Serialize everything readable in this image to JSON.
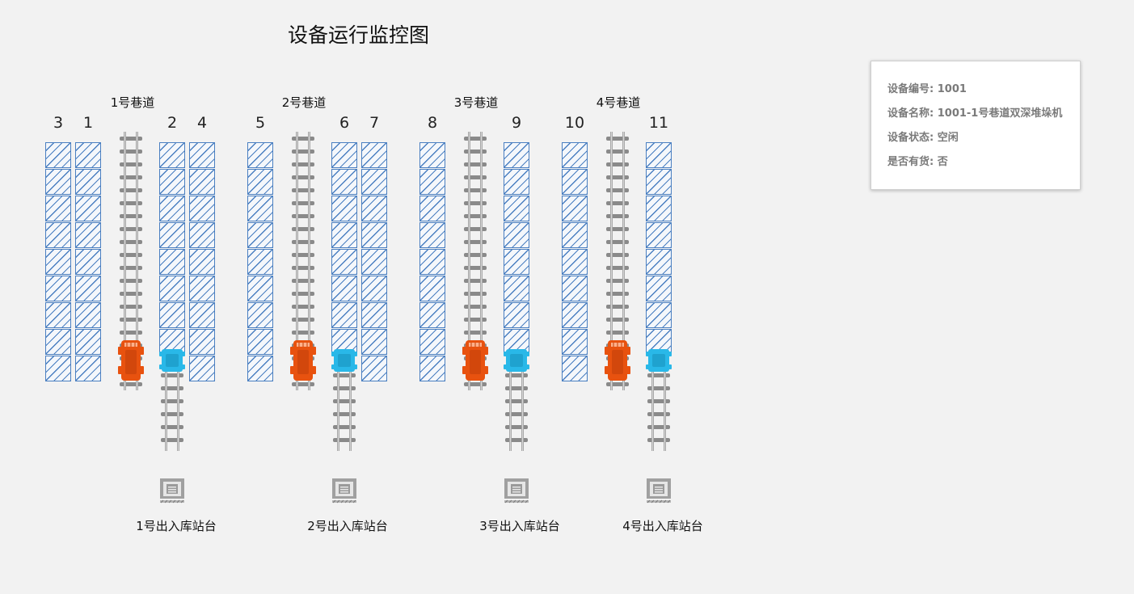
{
  "title": "设备运行监控图",
  "aisles": [
    {
      "label": "1号巷道"
    },
    {
      "label": "2号巷道"
    },
    {
      "label": "3号巷道"
    },
    {
      "label": "4号巷道"
    }
  ],
  "columns": [
    "3",
    "1",
    "2",
    "4",
    "5",
    "6",
    "7",
    "8",
    "9",
    "10",
    "11"
  ],
  "stations": [
    {
      "label": "1号出入库站台"
    },
    {
      "label": "2号出入库站台"
    },
    {
      "label": "3号出入库站台"
    },
    {
      "label": "4号出入库站台"
    }
  ],
  "info_panel": {
    "device_id": "设备编号: 1001",
    "device_name": "设备名称: 1001-1号巷道双深堆垛机",
    "device_status": "设备状态: 空闲",
    "has_cargo": "是否有货: 否"
  },
  "colors": {
    "rack_stroke": "#4a7fc1",
    "stacker": "#e8520f",
    "shuttle": "#29b8e8",
    "rail": "#9a9a9a"
  }
}
